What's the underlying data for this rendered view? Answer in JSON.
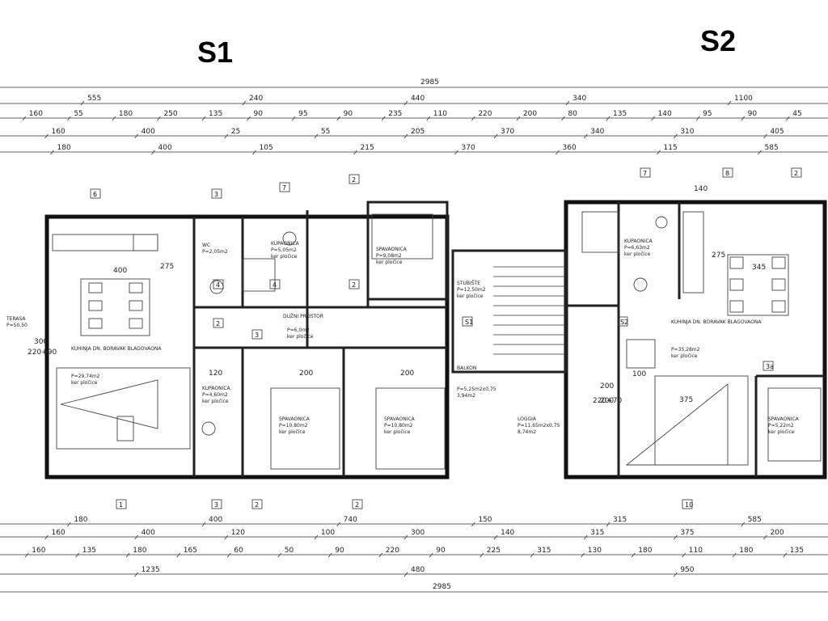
{
  "units": {
    "s1": "S1",
    "s2": "S2"
  },
  "top_dims": {
    "total": "2985",
    "row1": [
      "555",
      "240",
      "440",
      "340",
      "1100"
    ],
    "row2": [
      "160",
      "55",
      "180",
      "250",
      "135",
      "90",
      "95",
      "90",
      "235",
      "110",
      "220",
      "200",
      "80",
      "135",
      "140",
      "95",
      "90",
      "45"
    ],
    "row3": [
      "160",
      "400",
      "25",
      "55",
      "205",
      "370",
      "340",
      "310",
      "405"
    ],
    "row4": [
      "180",
      "400",
      "105",
      "215",
      "370",
      "360",
      "115",
      "585"
    ]
  },
  "bottom_dims": {
    "row1": [
      "180",
      "400",
      "740",
      "150",
      "315",
      "585"
    ],
    "row2": [
      "160",
      "400",
      "120",
      "100",
      "300",
      "140",
      "315",
      "375",
      "200"
    ],
    "row3": [
      "160",
      "135",
      "180",
      "165",
      "60",
      "50",
      "90",
      "220",
      "90",
      "225",
      "315",
      "130",
      "180",
      "110",
      "180",
      "135"
    ],
    "row4": [
      "1235",
      "480",
      "950"
    ],
    "total": "2985"
  },
  "rooms": [
    {
      "name": "TERASA",
      "area": "P=50,50"
    },
    {
      "name": "KUHINJA DN. BORAVAK BLAGOVAONA",
      "area": "P=29,74m2",
      "floor": "ker pločice"
    },
    {
      "name": "WC",
      "area": "P=2,05m2"
    },
    {
      "name": "KUPAONICA",
      "area": "P=5,05m2",
      "floor": "ker pločice"
    },
    {
      "name": "SPAVAONICA",
      "area": "P=9,08m2",
      "floor": "ker pločice"
    },
    {
      "name": "DUŽNI PROSTOR",
      "area": "P=6,0m2",
      "floor": "ker pločice"
    },
    {
      "name": "STUBIŠTE",
      "area": "P=12,50m2",
      "floor": "ker pločice"
    },
    {
      "name": "KUPAONICA",
      "area": "P=4,60m2",
      "floor": "ker pločice"
    },
    {
      "name": "SPAVAONICA",
      "area": "P=10,80m2",
      "floor": "ker pločice"
    },
    {
      "name": "SPAVAONICA",
      "area": "P=10,80m2",
      "floor": "ker pločice"
    },
    {
      "name": "BALKON",
      "area": "P=5,25m2x0,75",
      "floor": "3,94m2"
    },
    {
      "name": "LOGGIA",
      "area": "P=11,65m2x0,75",
      "floor": "8,74m2"
    },
    {
      "name": "KUPAONICA",
      "area": "P=6,63m2",
      "floor": "ker pločice"
    },
    {
      "name": "KUHINJA DN. BORAVAK BLAGOVAONA",
      "area": "P=35,28m2",
      "floor": "ker pločice"
    },
    {
      "name": "SPAVAONICA",
      "area": "P=5,22m2",
      "floor": "ker pločice"
    }
  ],
  "tags": [
    "6",
    "3",
    "7",
    "2",
    "7",
    "8",
    "2",
    "4",
    "3",
    "2",
    "2",
    "10",
    "2",
    "1",
    "2",
    "3",
    "4",
    "3a",
    "S1",
    "S2"
  ],
  "inner_dims": [
    "400",
    "275",
    "300",
    "220+90",
    "120",
    "200",
    "200",
    "100",
    "200",
    "345",
    "375",
    "275",
    "200",
    "140",
    "220+70"
  ]
}
